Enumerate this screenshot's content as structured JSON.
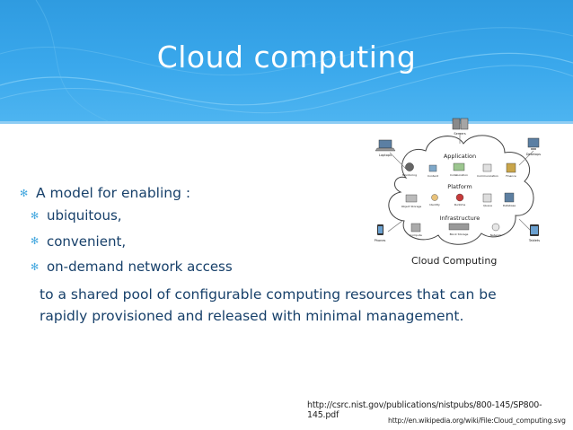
{
  "slide": {
    "title": "Cloud computing",
    "bullets": {
      "main": "A model for enabling :",
      "sub_items": [
        "ubiquitous,",
        "convenient,",
        "on-demand network access"
      ],
      "continuation": "to a shared pool of configurable computing resources that can be rapidly provisioned and released with minimal management."
    },
    "diagram": {
      "caption": "Cloud Computing",
      "layers": [
        "Application",
        "Platform",
        "Infrastructure"
      ],
      "app_items": [
        "Monitoring",
        "Content",
        "Collaboration",
        "Communication",
        "Finance"
      ],
      "platform_items": [
        "Object Storage",
        "Identity",
        "Runtime",
        "Queue",
        "Database"
      ],
      "infra_items": [
        "Compute",
        "Block Storage",
        "Network"
      ],
      "devices": [
        "Servers",
        "Laptops",
        "Desktops",
        "Phones",
        "Tablets"
      ]
    },
    "sources": [
      "http://csrc.nist.gov/publications/nistpubs/800-145/SP800-145.pdf",
      "http://en.wikipedia.org/wiki/File:Cloud_computing.svg"
    ],
    "colors": {
      "header": "#3aa8ec",
      "text": "#17406a",
      "bullet": "#45a8df"
    }
  }
}
